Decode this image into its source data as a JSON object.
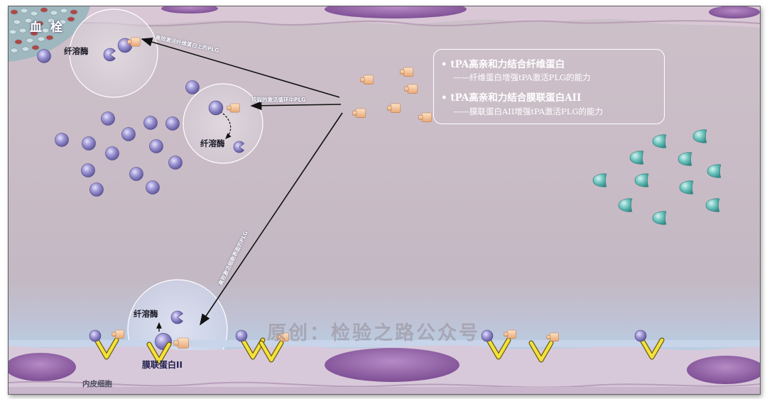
{
  "labels": {
    "clot": "血 栓",
    "plasmin": "纤溶酶",
    "annexin": "膜联蛋白II",
    "endothelial": "内皮细胞"
  },
  "arrows": {
    "to_clot": "高效激活纤维蛋白上的PLG",
    "to_circulation": "较弱的激活循环中PLG",
    "to_endothelium": "高效激活细胞表面的PLG"
  },
  "legend": {
    "item1_title": "• tPA高亲和力结合纤维蛋白",
    "item1_detail": "——纤维蛋白增强tPA激活PLG的能力",
    "item2_title": "• tPA高亲和力结合膜联蛋白AII",
    "item2_detail": "——膜联蛋白AII增强tPA激活PLG的能力"
  },
  "watermark": "原创：检验之路公众号",
  "colors": {
    "plasminogen": "#8d86c6",
    "tpa": "#f2c59a",
    "receptor": "#f2e13a",
    "pai": "#5bb8b3",
    "cell": "#9b6fae"
  }
}
